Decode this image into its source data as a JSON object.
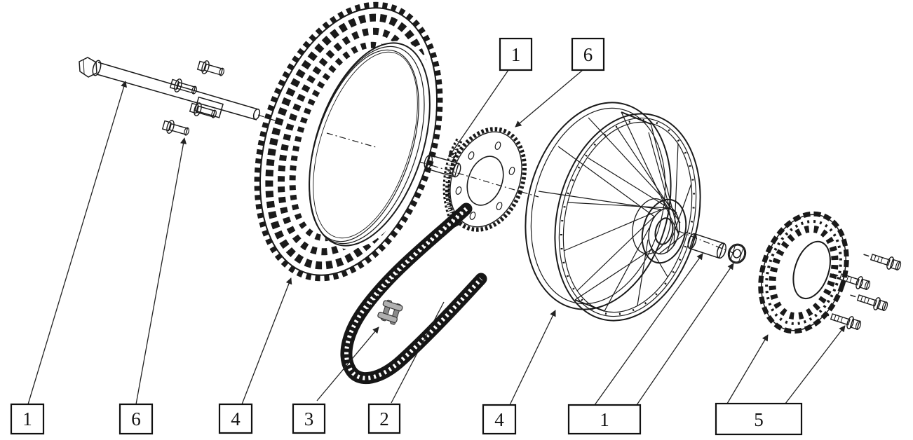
{
  "diagram": {
    "figure_type": "exploded parts diagram - motorcycle rear wheel assembly",
    "colors": {
      "line": "#1a1a1a",
      "background": "#ffffff",
      "master_link_fill": "#a8a8a8",
      "chain_fill": "#161616"
    },
    "callouts": {
      "top": [
        {
          "label": "1"
        },
        {
          "label": "6"
        }
      ],
      "bottom": [
        {
          "label": "1"
        },
        {
          "label": "6"
        },
        {
          "label": "4"
        },
        {
          "label": "3"
        },
        {
          "label": "2"
        },
        {
          "label": "4"
        },
        {
          "label": "1"
        },
        {
          "label": "5"
        }
      ]
    },
    "parts": [
      {
        "id": "axle",
        "callout": "1"
      },
      {
        "id": "axle-spacer-bolts",
        "callout": "6"
      },
      {
        "id": "tire",
        "callout": "4"
      },
      {
        "id": "chain-master-link",
        "callout": "3"
      },
      {
        "id": "drive-chain",
        "callout": "2"
      },
      {
        "id": "rear-sprocket",
        "callout": "6"
      },
      {
        "id": "wheel-rim",
        "callout": "4"
      },
      {
        "id": "hub-spacer-and-nut",
        "callout": "1"
      },
      {
        "id": "brake-disc",
        "callout": "5"
      }
    ]
  }
}
